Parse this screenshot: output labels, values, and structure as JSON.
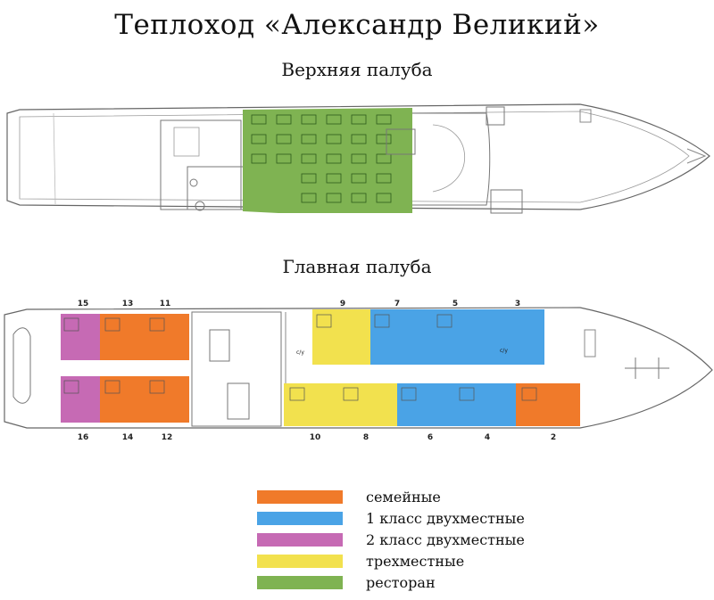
{
  "title": "Теплоход «Александр Великий»",
  "upper_deck": {
    "title": "Верхняя палуба"
  },
  "main_deck": {
    "title": "Главная палуба"
  },
  "cabins_top": [
    "15",
    "13",
    "11",
    "9",
    "7",
    "5",
    "3"
  ],
  "cabins_bottom": [
    "16",
    "14",
    "12",
    "10",
    "8",
    "6",
    "4",
    "2"
  ],
  "room_label": "с/у",
  "colors": {
    "family": "#f07a2a",
    "first_class": "#4aa3e6",
    "second_class": "#c66ab4",
    "triple": "#f2e14e",
    "restaurant": "#7fb352"
  },
  "legend": [
    {
      "label": "семейные",
      "color": "#f07a2a"
    },
    {
      "label": "1 класс двухместные",
      "color": "#4aa3e6"
    },
    {
      "label": "2 класс двухместные",
      "color": "#c66ab4"
    },
    {
      "label": "трехместные",
      "color": "#f2e14e"
    },
    {
      "label": "ресторан",
      "color": "#7fb352"
    }
  ]
}
